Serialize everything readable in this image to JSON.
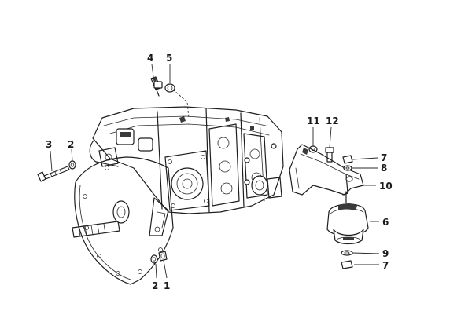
{
  "diagram": {
    "callouts": [
      {
        "id": "c4",
        "label": "4"
      },
      {
        "id": "c5",
        "label": "5"
      },
      {
        "id": "c3",
        "label": "3"
      },
      {
        "id": "c2a",
        "label": "2"
      },
      {
        "id": "c11",
        "label": "11"
      },
      {
        "id": "c12",
        "label": "12"
      },
      {
        "id": "c7a",
        "label": "7"
      },
      {
        "id": "c8",
        "label": "8"
      },
      {
        "id": "c10",
        "label": "10"
      },
      {
        "id": "c6",
        "label": "6"
      },
      {
        "id": "c9",
        "label": "9"
      },
      {
        "id": "c7b",
        "label": "7"
      },
      {
        "id": "c2b",
        "label": "2"
      },
      {
        "id": "c1",
        "label": "1"
      }
    ]
  }
}
